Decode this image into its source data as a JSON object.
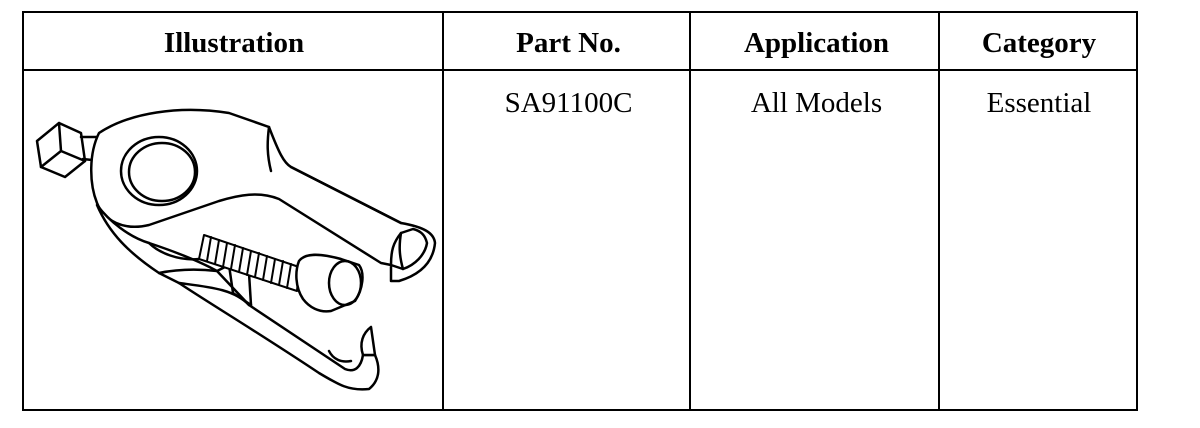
{
  "table": {
    "headers": [
      "Illustration",
      "Part No.",
      "Application",
      "Category"
    ],
    "rows": [
      {
        "illustration_icon": "puller-tool-icon",
        "part_no": "SA91100C",
        "application": "All Models",
        "category": "Essential"
      }
    ]
  }
}
